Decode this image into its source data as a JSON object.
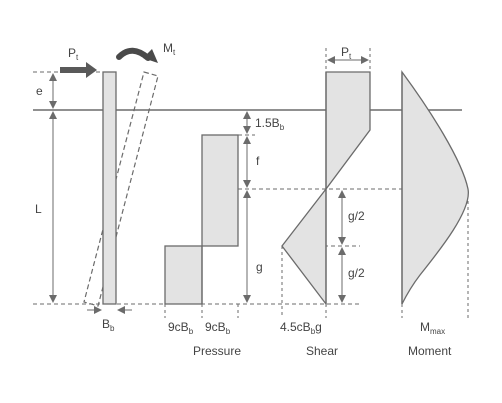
{
  "labels": {
    "pt": "P",
    "pt_sub": "t",
    "mt": "M",
    "mt_sub": "t",
    "e": "e",
    "L": "L",
    "bb": "B",
    "bb_sub": "b",
    "top_gap": "1.5B",
    "top_gap_sub": "b",
    "f": "f",
    "g": "g",
    "g_half_top": "g/2",
    "g_half_bottom": "g/2",
    "p1": "9cB",
    "p1_sub": "b",
    "p2": "9cB",
    "p2_sub": "b",
    "shear_val_a": "4.5cB",
    "shear_val_sub": "b",
    "shear_val_b": "g",
    "shear_top": "P",
    "shear_top_sub": "t",
    "mmax": "M",
    "mmax_sub": "max"
  },
  "captions": {
    "pressure": "Pressure",
    "shear": "Shear",
    "moment": "Moment"
  },
  "colors": {
    "line": "#6b6b6b",
    "fill": "#e3e3e3",
    "arrow": "#595959"
  }
}
